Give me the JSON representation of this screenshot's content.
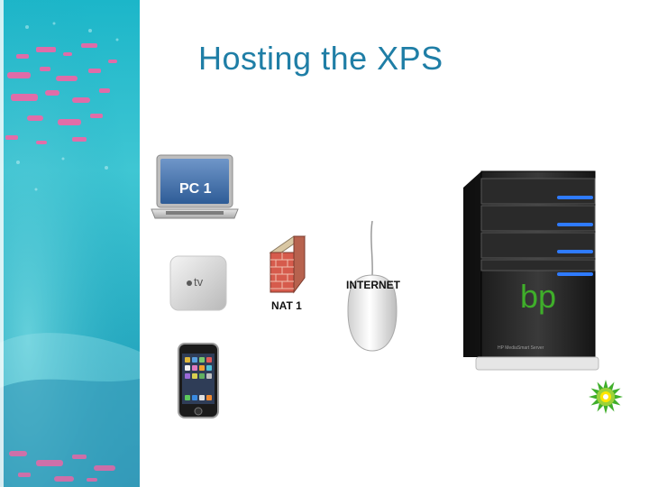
{
  "slide": {
    "title": "Hosting the XPS"
  },
  "devices": {
    "laptop_label": "PC 1",
    "appletv_label": "tv",
    "firewall_label": "NAT 1",
    "internet_label": "INTERNET",
    "server_brand": "bp",
    "server_caption": "HP MediaSmart Server"
  },
  "colors": {
    "title": "#1f7ea6",
    "sidebar": "#2ab8c8",
    "accent_pink": "#ff5fa2",
    "server_light": "#2f7bff",
    "bp_green": "#3fae2a"
  }
}
